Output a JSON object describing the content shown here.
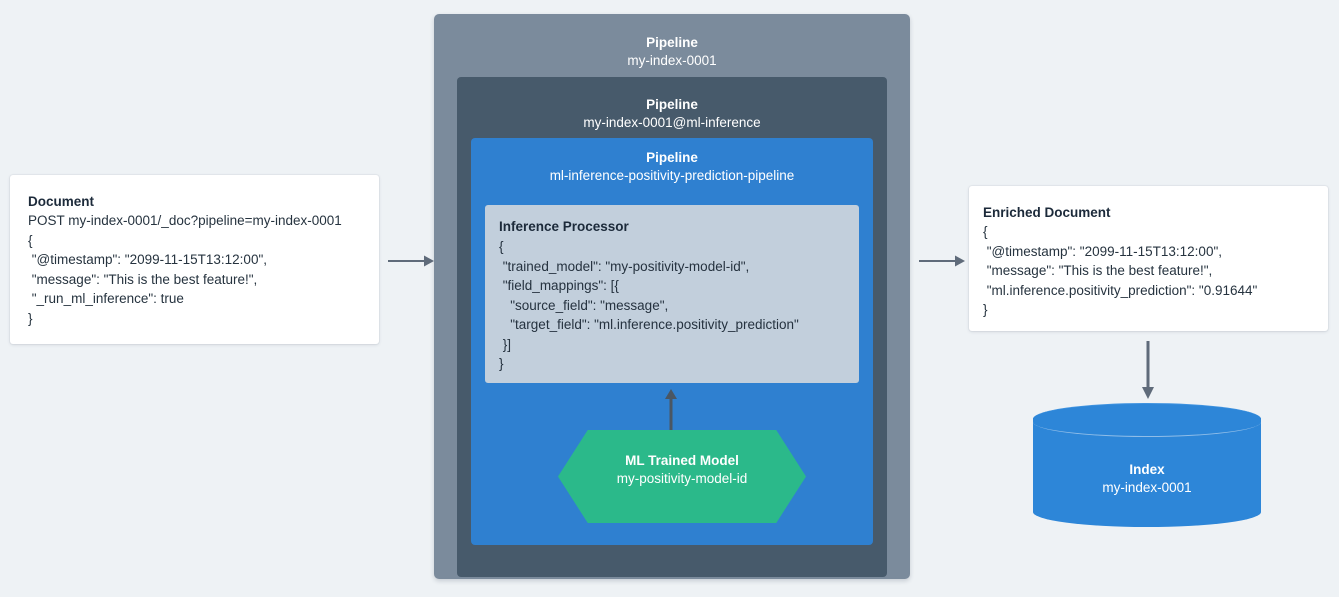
{
  "colors": {
    "background": "#eef2f5",
    "pipeline_outer": "#7b8b9c",
    "pipeline_middle": "#475a6b",
    "pipeline_inner": "#2f80d0",
    "processor_panel": "#c2cfdc",
    "ml_model": "#2bb98a",
    "index_cylinder": "#2d86d8",
    "arrow": "#5f6b7a",
    "card_background": "#ffffff",
    "text_dark": "#1c2a3a",
    "text_light": "#ffffff"
  },
  "document_card": {
    "title": "Document",
    "lines": [
      "POST my-index-0001/_doc?pipeline=my-index-0001",
      "{",
      " \"@timestamp\": \"2099-11-15T13:12:00\",",
      " \"message\": \"This is the best feature!\",",
      " \"_run_ml_inference\": true",
      "}"
    ]
  },
  "pipeline_outer": {
    "kind": "Pipeline",
    "name": "my-index-0001"
  },
  "pipeline_middle": {
    "kind": "Pipeline",
    "name": "my-index-0001@ml-inference"
  },
  "pipeline_inner": {
    "kind": "Pipeline",
    "name": "ml-inference-positivity-prediction-pipeline"
  },
  "inference_processor": {
    "title": "Inference Processor",
    "lines": [
      "{",
      " \"trained_model\": \"my-positivity-model-id\",",
      " \"field_mappings\": [{",
      "   \"source_field\": \"message\",",
      "   \"target_field\": \"ml.inference.positivity_prediction\"",
      " }]",
      "}"
    ]
  },
  "ml_model": {
    "kind": "ML Trained Model",
    "name": "my-positivity-model-id"
  },
  "enriched_card": {
    "title": "Enriched Document",
    "lines": [
      "{",
      " \"@timestamp\": \"2099-11-15T13:12:00\",",
      " \"message\": \"This is the best feature!\",",
      " \"ml.inference.positivity_prediction\": \"0.91644\"",
      "}"
    ]
  },
  "index": {
    "kind": "Index",
    "name": "my-index-0001"
  },
  "arrows": [
    {
      "id": "document-to-pipeline",
      "direction": "right"
    },
    {
      "id": "pipeline-to-enriched-document",
      "direction": "right"
    },
    {
      "id": "ml-model-to-inference-processor",
      "direction": "up"
    },
    {
      "id": "enriched-document-to-index",
      "direction": "down"
    }
  ]
}
